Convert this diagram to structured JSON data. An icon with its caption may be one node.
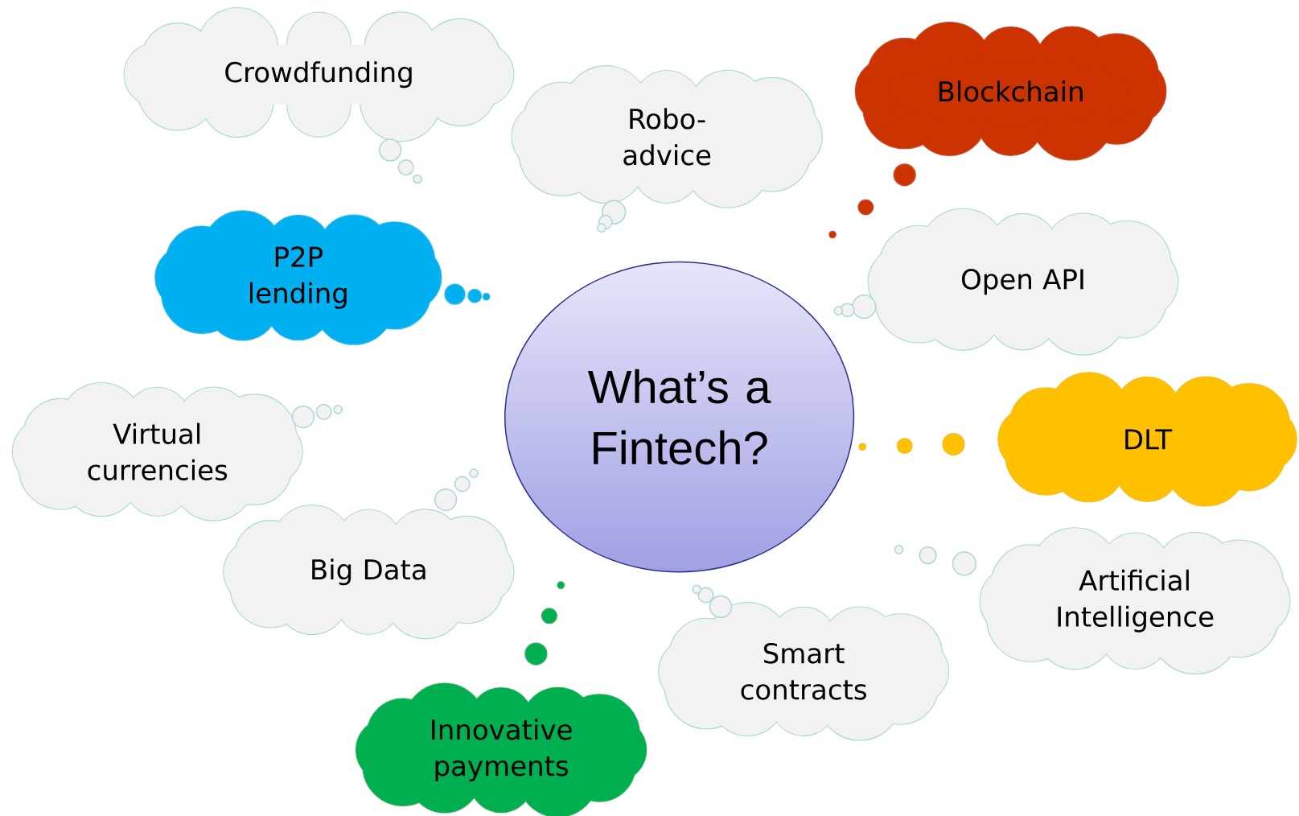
{
  "diagram": {
    "nodes": [
      {
        "text": [
          "What’s a Fintech?"
        ]
      },
      {
        "text": [
          "Crowdfunding"
        ]
      },
      {
        "text": [
          "Robo-advice"
        ]
      },
      {
        "text": [
          "Blockchain"
        ]
      },
      {
        "text": [
          "P2P lending"
        ]
      },
      {
        "text": [
          "Open API"
        ]
      },
      {
        "text": [
          "Virtual currencies"
        ]
      },
      {
        "text": [
          "DLT"
        ]
      },
      {
        "text": [
          "Big Data"
        ]
      },
      {
        "text": [
          "Artificial Intelligence"
        ]
      },
      {
        "text": [
          "Smart contracts"
        ]
      },
      {
        "text": [
          "Innovative payments"
        ]
      }
    ]
  }
}
